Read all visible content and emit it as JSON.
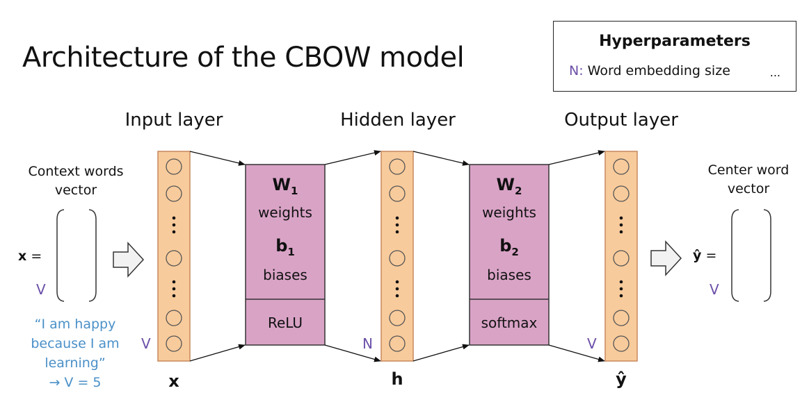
{
  "title": "Architecture of the CBOW model",
  "hyperparameters": {
    "heading": "Hyperparameters",
    "symbol": "N:",
    "description": "Word embedding size",
    "more": "..."
  },
  "layers": {
    "input": {
      "title": "Input layer",
      "vector": "x",
      "size_label": "V"
    },
    "hidden": {
      "title": "Hidden layer",
      "vector": "h",
      "size_label": "N"
    },
    "output": {
      "title": "Output layer",
      "vector": "ŷ",
      "size_label": "V"
    }
  },
  "boxes": {
    "first": {
      "matrix": "W",
      "matrix_sub": "1",
      "weights_label": "weights",
      "bias": "b",
      "bias_sub": "1",
      "biases_label": "biases",
      "activation": "ReLU"
    },
    "second": {
      "matrix": "W",
      "matrix_sub": "2",
      "weights_label": "weights",
      "bias": "b",
      "bias_sub": "2",
      "biases_label": "biases",
      "activation": "softmax"
    }
  },
  "left": {
    "caption_line1": "Context words",
    "caption_line2": "vector",
    "eq_var": "x",
    "eq_sign": "=",
    "size_label": "V",
    "example_line1": "“I am happy",
    "example_line2": "because I am",
    "example_line3": "learning”",
    "example_line4": "→ V = 5"
  },
  "right": {
    "caption_line1": "Center word",
    "caption_line2": "vector",
    "eq_var": "ŷ",
    "eq_sign": "=",
    "size_label": "V"
  },
  "colors": {
    "layer_fill": "#f8cb9c",
    "layer_stroke": "#c8875a",
    "box_fill": "#d9a3c6",
    "box_stroke": "#333333",
    "purple": "#6b4fa8",
    "blue": "#4a90c8"
  }
}
